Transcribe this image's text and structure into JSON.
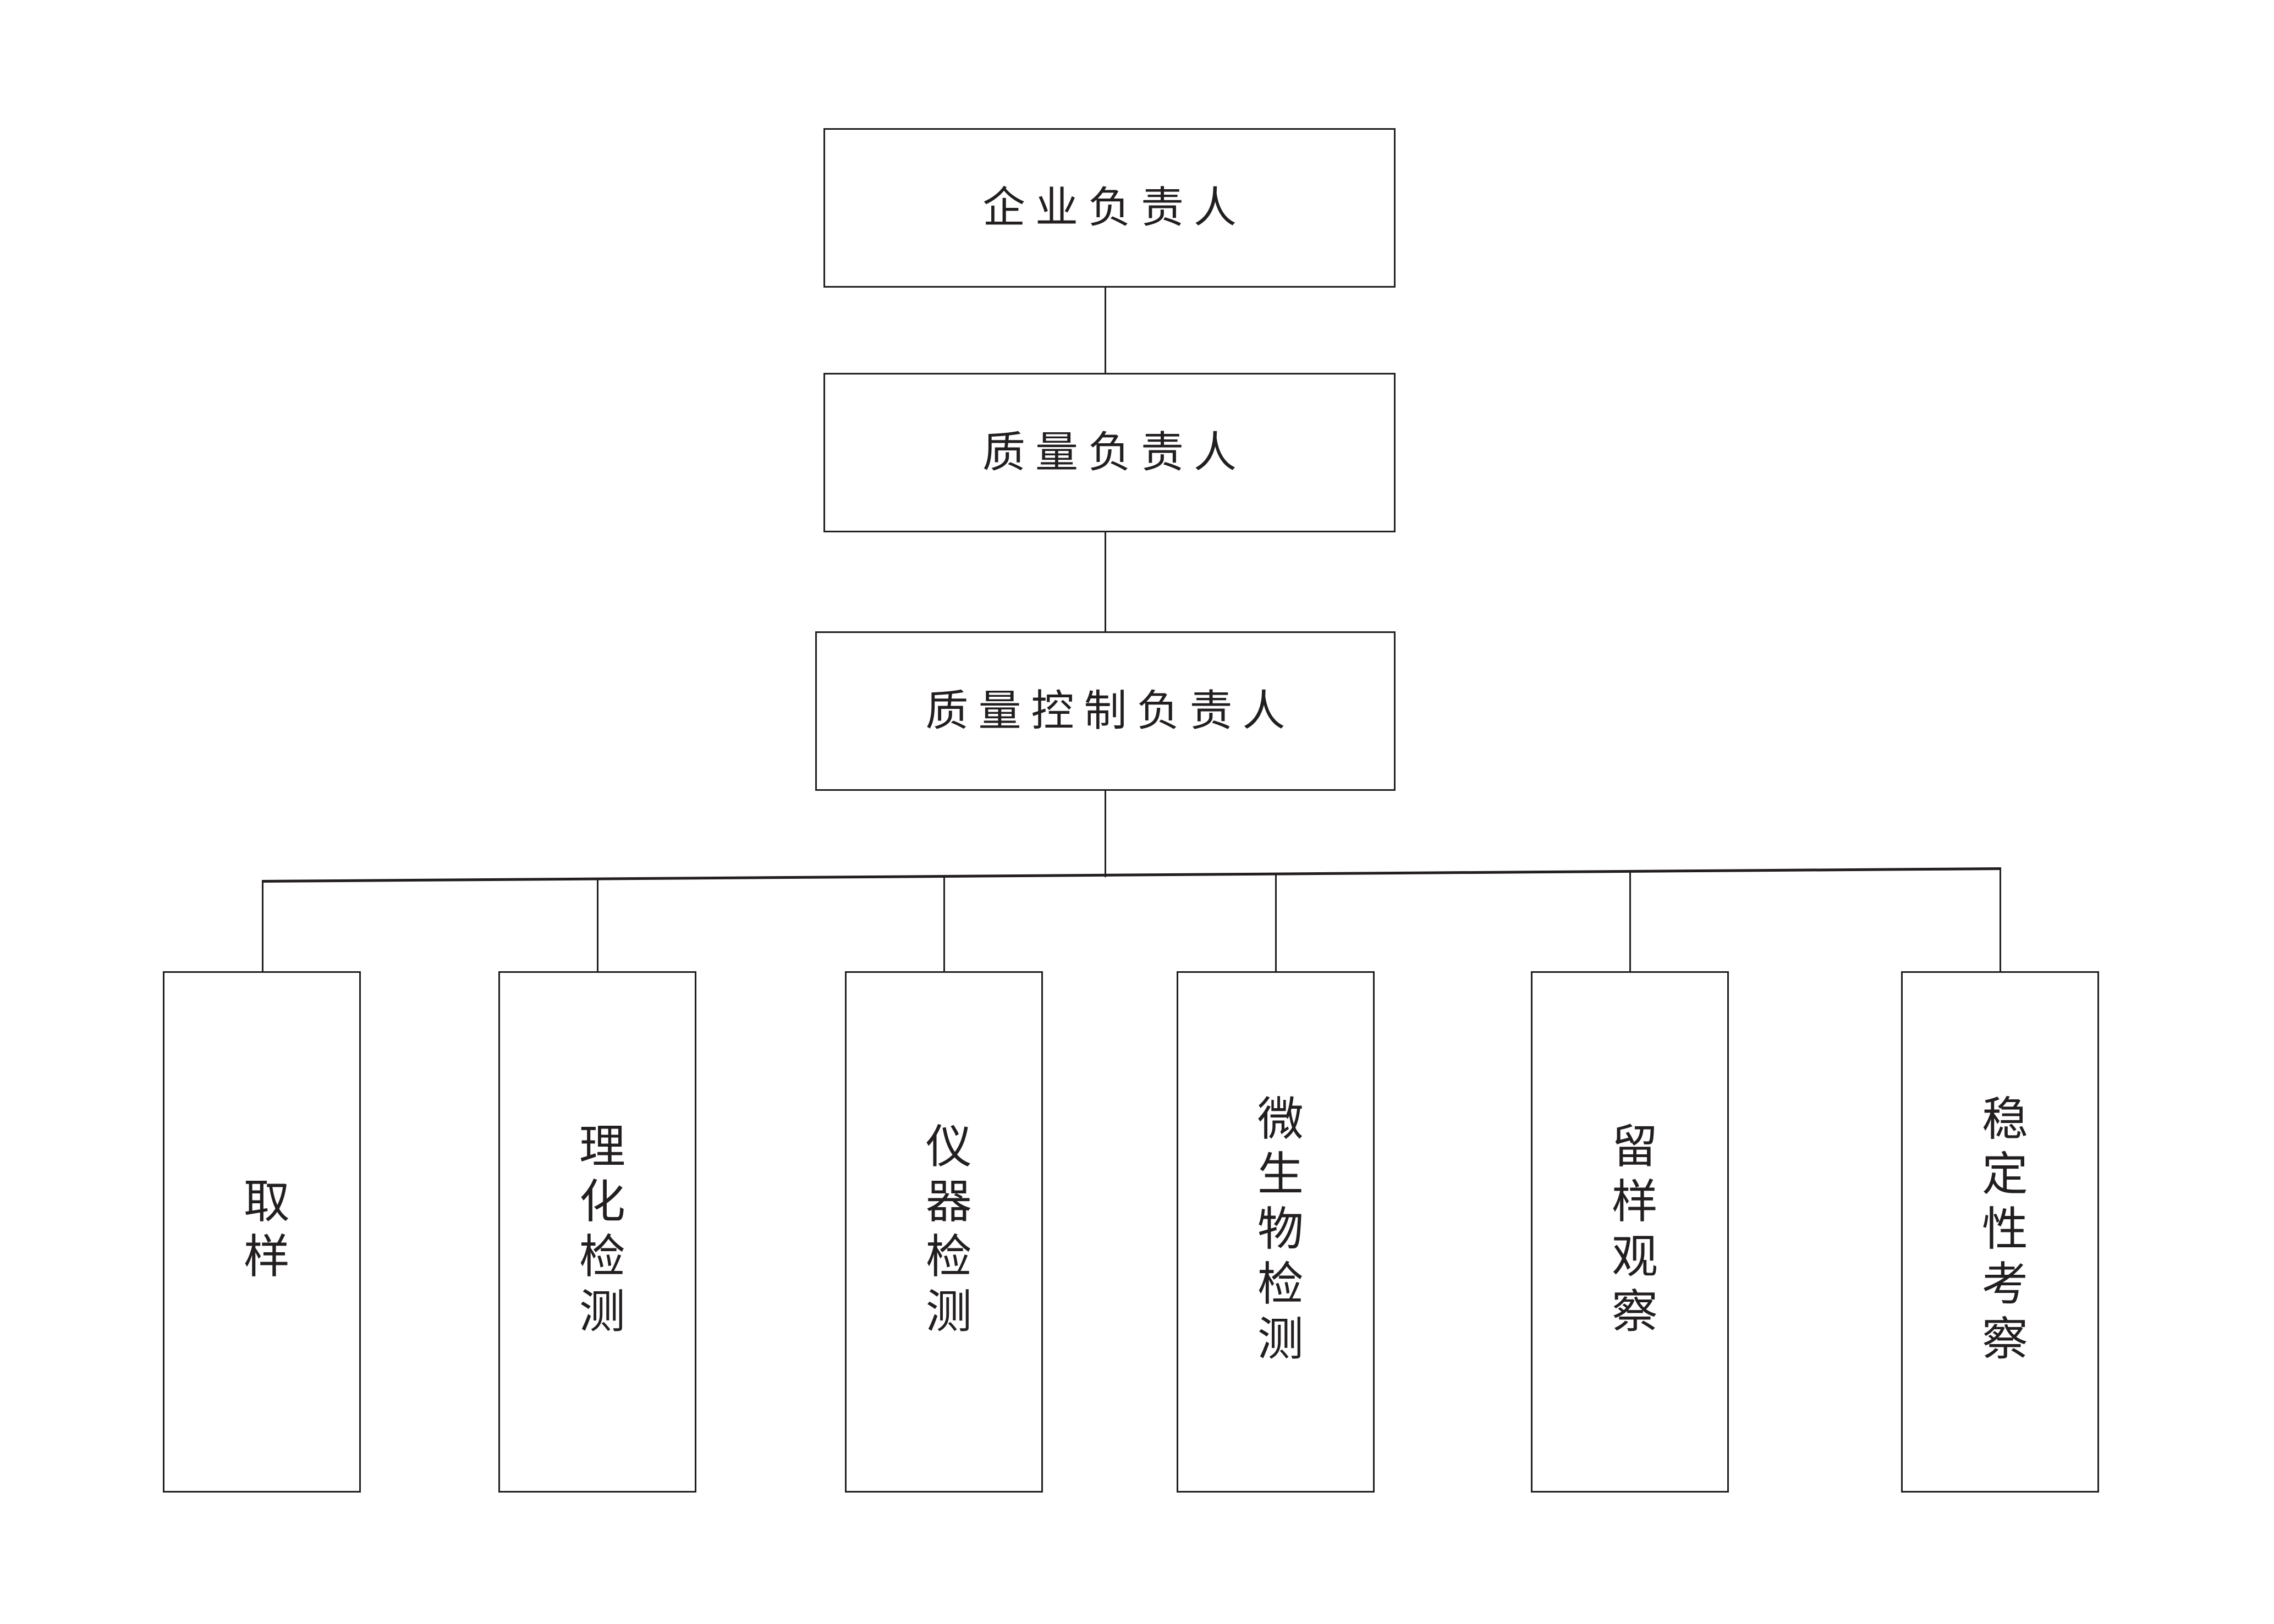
{
  "chart": {
    "type": "org-chart",
    "orientation": "top-down",
    "background_color": "#ffffff",
    "line_color": "#231f20",
    "box_fill_color": "#ffffff"
  },
  "hierarchy": {
    "levels": [
      {
        "level": 1,
        "nodes": [
          {
            "id": "enterprise-manager",
            "label": "企业负责人",
            "text_direction": "horizontal"
          }
        ]
      },
      {
        "level": 2,
        "nodes": [
          {
            "id": "quality-manager",
            "label": "质量负责人",
            "text_direction": "horizontal"
          }
        ]
      },
      {
        "level": 3,
        "nodes": [
          {
            "id": "qc-manager",
            "label": "质量控制负责人",
            "text_direction": "horizontal"
          }
        ]
      },
      {
        "level": 4,
        "nodes": [
          {
            "id": "sampling",
            "label": "取样",
            "text_direction": "vertical"
          },
          {
            "id": "physchem-testing",
            "label": "理化检测",
            "text_direction": "vertical"
          },
          {
            "id": "instrument-testing",
            "label": "仪器检测",
            "text_direction": "vertical"
          },
          {
            "id": "microbial-testing",
            "label": "微生物检测",
            "text_direction": "vertical"
          },
          {
            "id": "retained-sample",
            "label": "留样观察",
            "text_direction": "vertical"
          },
          {
            "id": "stability-study",
            "label": "稳定性考察",
            "text_direction": "vertical"
          }
        ]
      }
    ],
    "edges": [
      {
        "from": "enterprise-manager",
        "to": "quality-manager"
      },
      {
        "from": "quality-manager",
        "to": "qc-manager"
      },
      {
        "from": "qc-manager",
        "to": "sampling"
      },
      {
        "from": "qc-manager",
        "to": "physchem-testing"
      },
      {
        "from": "qc-manager",
        "to": "instrument-testing"
      },
      {
        "from": "qc-manager",
        "to": "microbial-testing"
      },
      {
        "from": "qc-manager",
        "to": "retained-sample"
      },
      {
        "from": "qc-manager",
        "to": "stability-study"
      }
    ]
  }
}
